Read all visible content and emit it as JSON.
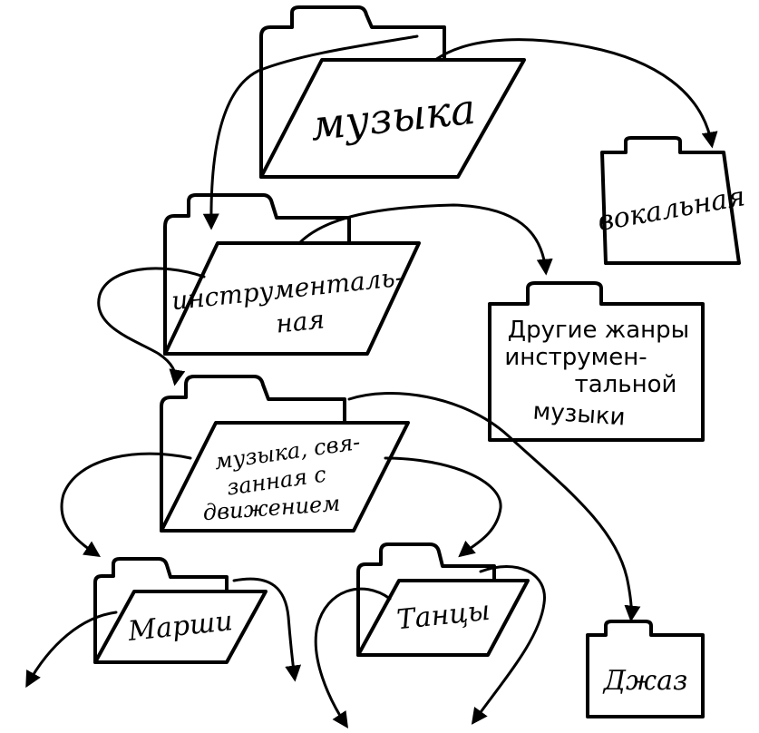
{
  "diagram": {
    "kind": "folder hierarchy",
    "stroke_color": "#000000",
    "background": "#ffffff",
    "folders": [
      {
        "id": "muzyka",
        "label_lines": [
          "музыка"
        ],
        "style": "open"
      },
      {
        "id": "vokalnaya",
        "label_lines": [
          "вокальная"
        ],
        "style": "closed"
      },
      {
        "id": "instrumentalnaya",
        "label_lines": [
          "инструменталь-",
          "ная"
        ],
        "style": "open"
      },
      {
        "id": "drugie",
        "label_lines": [
          "Другие жанры",
          "инструмен-",
          "тальной",
          "музыки"
        ],
        "style": "closed"
      },
      {
        "id": "dvizhenie",
        "label_lines": [
          "музыка, свя-",
          "занная с",
          "движением"
        ],
        "style": "open"
      },
      {
        "id": "marshi",
        "label_lines": [
          "Марши"
        ],
        "style": "open"
      },
      {
        "id": "tantsy",
        "label_lines": [
          "Танцы"
        ],
        "style": "open"
      },
      {
        "id": "dzhaz",
        "label_lines": [
          "Джаз"
        ],
        "style": "closed"
      }
    ],
    "links": [
      {
        "from": "muzyka",
        "to": "vokalnaya"
      },
      {
        "from": "muzyka",
        "to": "instrumentalnaya"
      },
      {
        "from": "instrumentalnaya",
        "to": "drugie"
      },
      {
        "from": "instrumentalnaya",
        "to": "dvizhenie"
      },
      {
        "from": "dvizhenie",
        "to": "marshi"
      },
      {
        "from": "dvizhenie",
        "to": "tantsy"
      },
      {
        "from": "dvizhenie",
        "to": "dzhaz"
      }
    ]
  }
}
